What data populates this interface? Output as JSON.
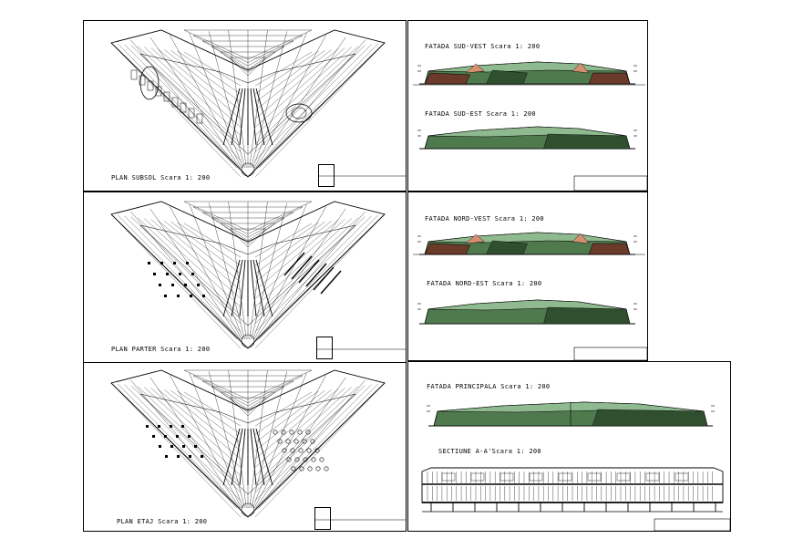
{
  "sheets": {
    "plan_subsol": {
      "label": "PLAN SUBSOL Scara  1: 200"
    },
    "plan_parter": {
      "label": "PLAN PARTER  Scara  1: 200"
    },
    "plan_etaj": {
      "label": "PLAN ETAJ  Scara  1: 200"
    },
    "fatada_sud_vest": {
      "label": "FATADA SUD-VEST Scara  1: 200"
    },
    "fatada_sud_est": {
      "label": "FATADA SUD-EST Scara  1: 200"
    },
    "fatada_nord_vest": {
      "label": "FATADA NORD-VEST Scara  1: 200"
    },
    "fatada_nord_est": {
      "label": "FATADA NORD-EST Scara  1: 200"
    },
    "fatada_principala": {
      "label": "FATADA PRINCIPALA  Scara  1: 200"
    },
    "sectiune": {
      "label": "SECTIUNE A-A'Scara  1: 200"
    }
  },
  "colors": {
    "roof_green": "#4e7a4e",
    "roof_light": "#8fb98f",
    "roof_dark": "#2f4f2f",
    "brown": "#6b3a2a",
    "salmon": "#d49070",
    "line": "#000000"
  }
}
